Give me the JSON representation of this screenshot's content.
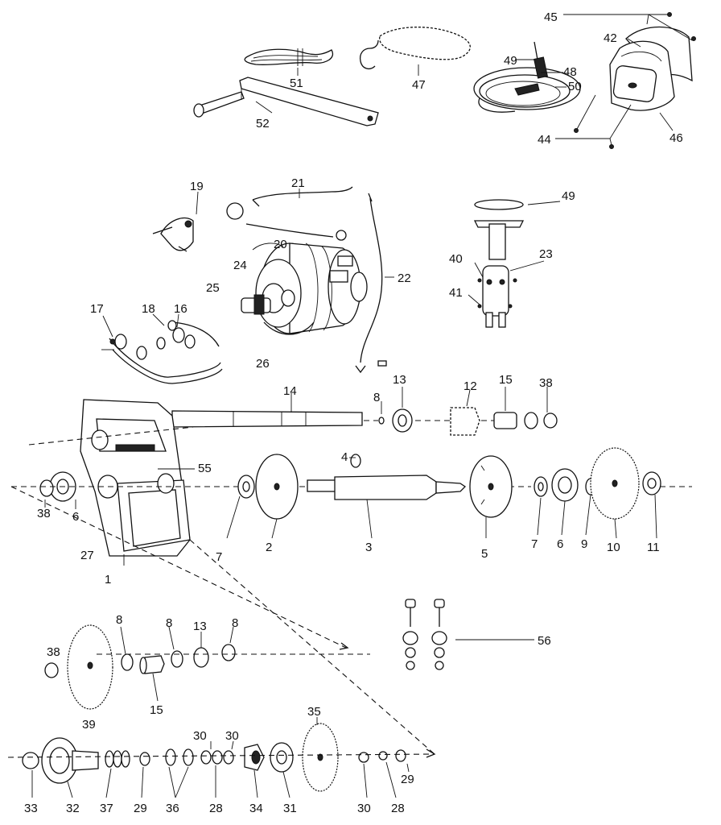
{
  "diagram": {
    "labels": {
      "p1": "1",
      "p2": "2",
      "p3": "3",
      "p4": "4",
      "p5": "5",
      "p6a": "6",
      "p6b": "6",
      "p7a": "7",
      "p7b": "7",
      "p8a": "8",
      "p8b": "8",
      "p8c": "8",
      "p8d": "8",
      "p9": "9",
      "p10": "10",
      "p11": "11",
      "p12": "12",
      "p13a": "13",
      "p13b": "13",
      "p14": "14",
      "p15a": "15",
      "p15b": "15",
      "p16": "16",
      "p17": "17",
      "p18": "18",
      "p19": "19",
      "p20": "20",
      "p21": "21",
      "p22": "22",
      "p23": "23",
      "p24": "24",
      "p25": "25",
      "p26": "26",
      "p27": "27",
      "p28a": "28",
      "p28b": "28",
      "p29a": "29",
      "p29b": "29",
      "p30a": "30",
      "p30b": "30",
      "p30c": "30",
      "p31": "31",
      "p32": "32",
      "p33": "33",
      "p34": "34",
      "p35": "35",
      "p36": "36",
      "p37": "37",
      "p38a": "38",
      "p38b": "38",
      "p38c": "38",
      "p39": "39",
      "p40": "40",
      "p41": "41",
      "p42": "42",
      "p44": "44",
      "p45": "45",
      "p46": "46",
      "p47": "47",
      "p48": "48",
      "p49a": "49",
      "p49b": "49",
      "p50": "50",
      "p51": "51",
      "p52": "52",
      "p55": "55",
      "p56": "56"
    }
  }
}
